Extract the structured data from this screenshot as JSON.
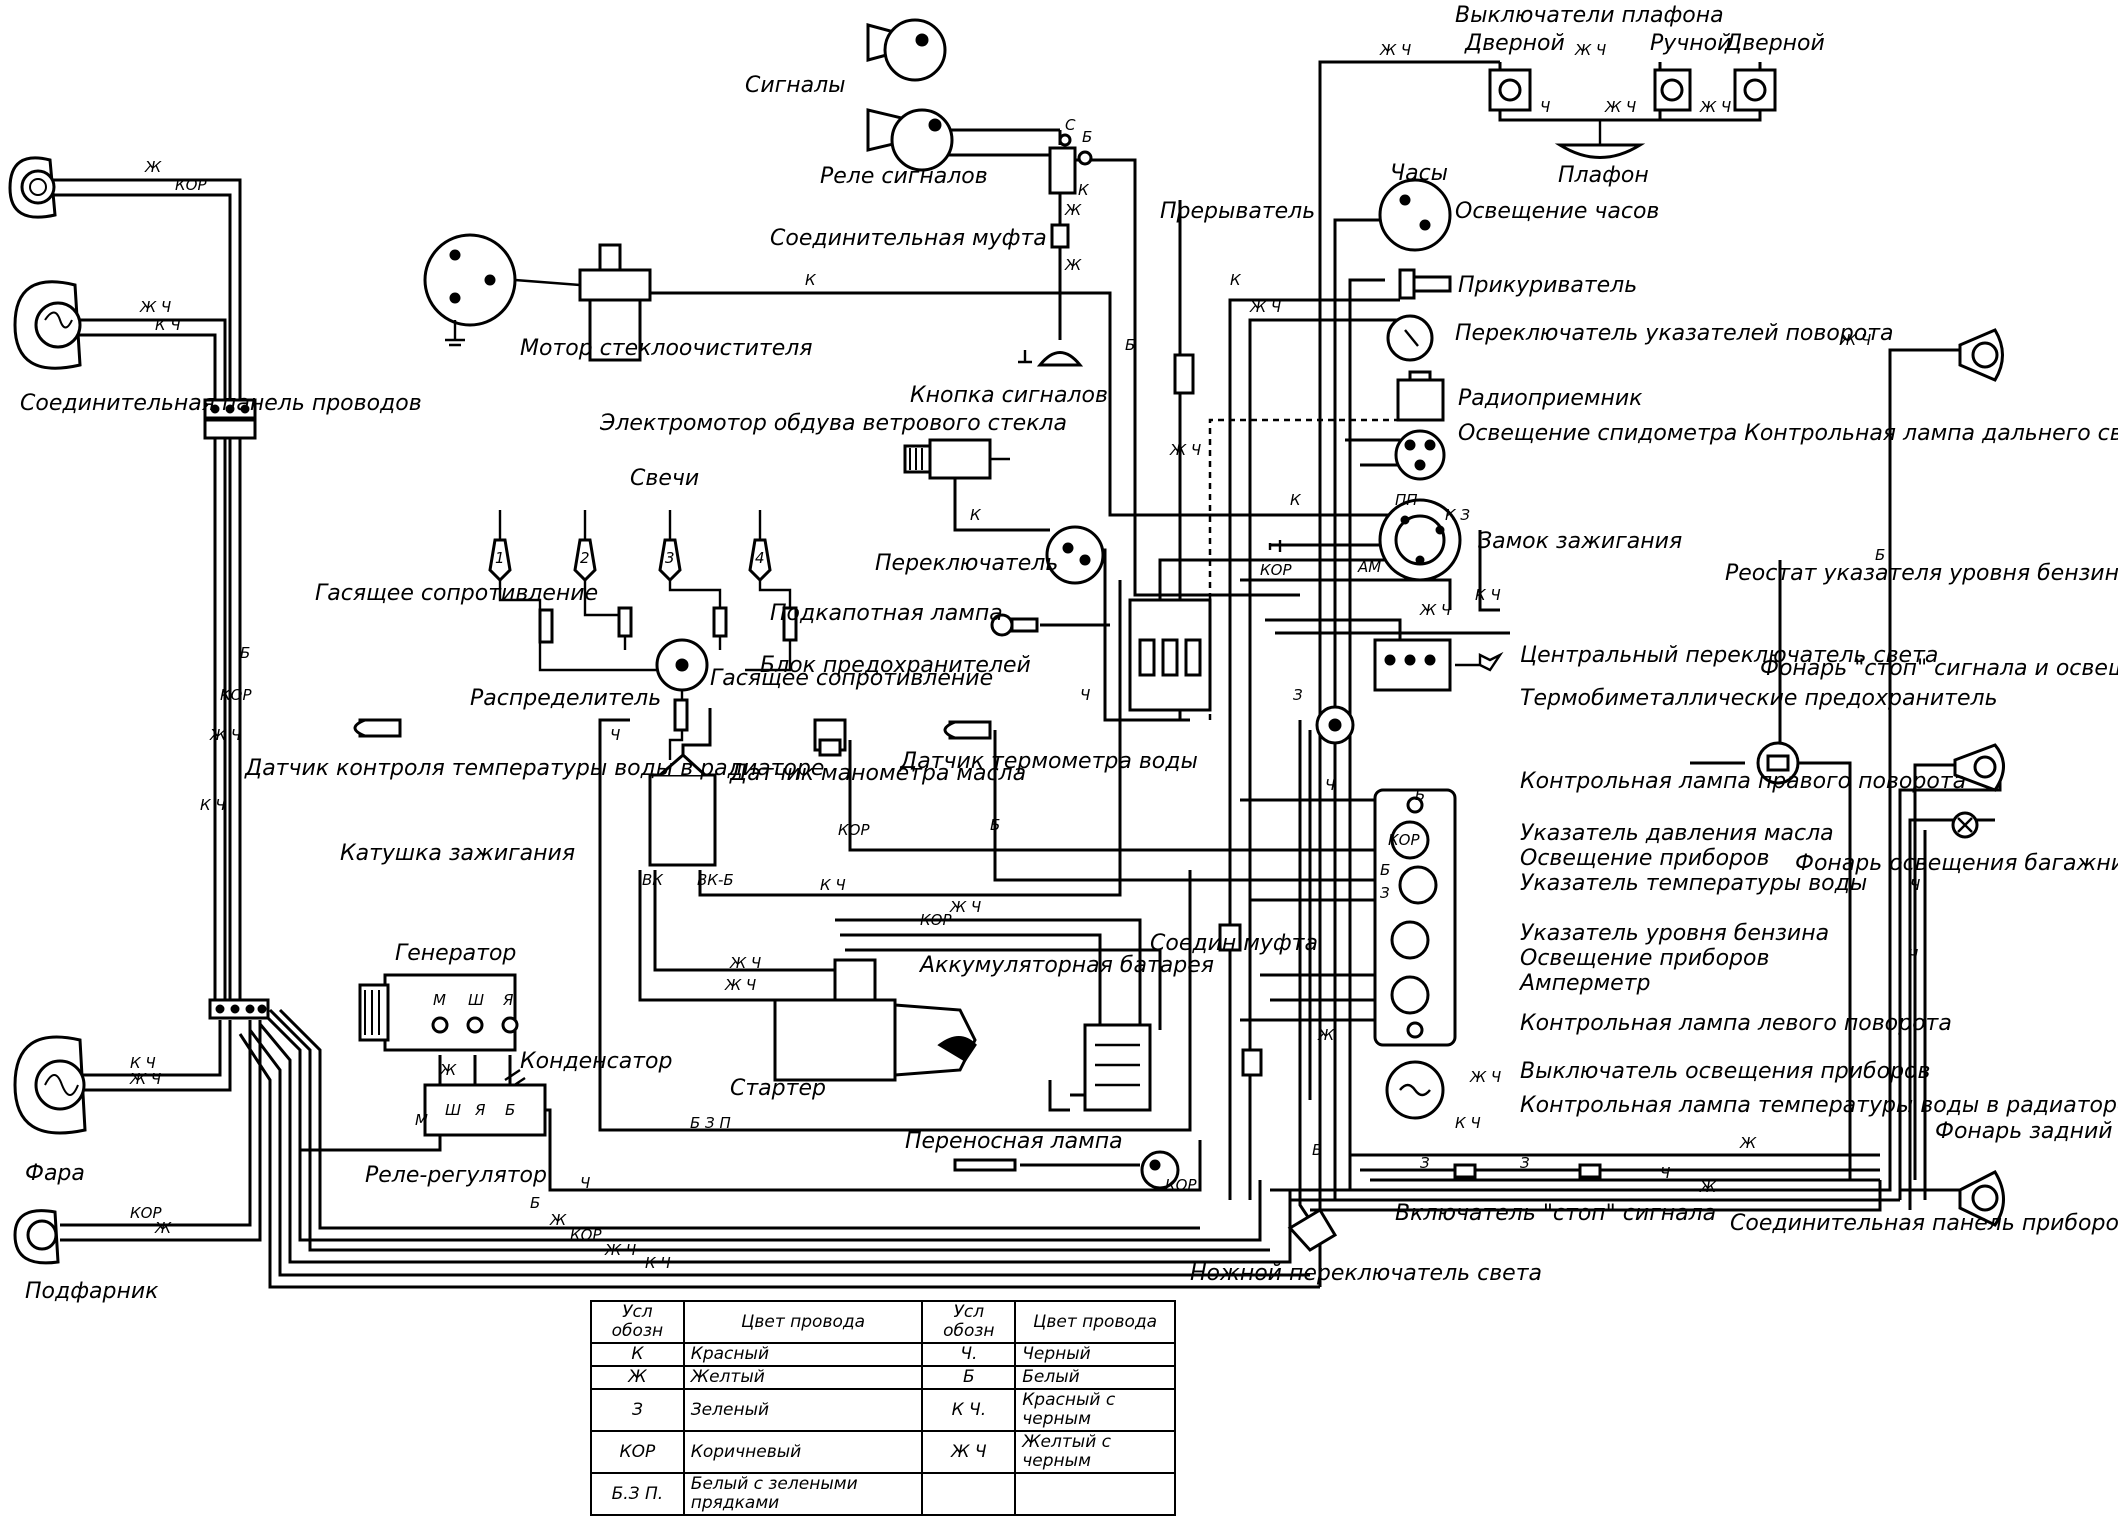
{
  "labels": {
    "signals": "Сигналы",
    "signal_relay": "Реле сигналов",
    "coupling": "Соединительная муфта",
    "wiper_motor": "Мотор стеклоочистителя",
    "horn_button": "Кнопка сигналов",
    "breaker": "Прерыватель",
    "ceiling_switches": "Выключатели плафона",
    "door_left": "Дверной",
    "manual": "Ручной",
    "door_right": "Дверной",
    "ceiling_lamp": "Плафон",
    "clock": "Часы",
    "clock_light": "Освещение часов",
    "lighter": "Прикуриватель",
    "turn_switch": "Переключатель указателей поворота",
    "radio": "Радиоприемник",
    "speedo_block": "Освещение спидометра Контрольная лампа дальнего света фар Освещение спидометра",
    "ignition_lock": "Замок зажигания",
    "blower_motor": "Электромотор обдува ветрового стекла",
    "switch": "Переключатель",
    "hood_lamp": "Подкапотная лампа",
    "fuse_block": "Блок предохранителей",
    "spark_plugs": "Свечи",
    "ballast_1": "Гасящее сопротивление",
    "distributor": "Распределитель",
    "ballast_2": "Гасящее сопротивление",
    "water_temp_sensor_rad": "Датчик контроля температуры воды в радиаторе",
    "oil_sensor": "Датчик манометра масла",
    "water_temp_sensor": "Датчик термометра воды",
    "coil": "Катушка зажигания",
    "generator": "Генератор",
    "capacitor": "Конденсатор",
    "regulator": "Реле-регулятор",
    "starter": "Стартер",
    "battery": "Аккумуляторная батарея",
    "coupling_2": "Соедин муфта",
    "portable_lamp": "Переносная лампа",
    "central_light_switch": "Центральный переключатель света",
    "thermo_fuse": "Термобиметаллические предохранитель",
    "fuel_rheostat": "Реостат указателя уровня бензина",
    "right_turn_lamp": "Контрольная лампа правого поворота",
    "oil_gauge": "Указатель давления масла",
    "instr_light_1": "Освещение приборов",
    "water_gauge": "Указатель температуры воды",
    "fuel_gauge": "Указатель уровня бензина",
    "instr_light_2": "Освещение приборов",
    "ammeter": "Амперметр",
    "left_turn_lamp": "Контрольная лампа левого поворота",
    "instr_switch": "Выключатель освещения приборов",
    "water_temp_lamp": "Контрольная лампа температуры воды в радиаторе",
    "stop_switch": "Включатель \"стоп\" сигнала",
    "foot_switch": "Ножной переключатель света",
    "instr_panel": "Соединительная панель приборов",
    "wire_panel": "Соединительная панель проводов",
    "headlamp": "Фара",
    "sidelamp": "Подфарник",
    "stop_lamp": "Фонарь \"стоп\" сигнала и освещение номерного знака",
    "trunk_lamp": "Фонарь освещения багажника",
    "rear_lamp": "Фонарь задний"
  },
  "terminals": {
    "gen_m": "М",
    "gen_sh": "Ш",
    "gen_ya": "Я",
    "reg_m": "М",
    "reg_sh": "Ш",
    "reg_ya": "Я",
    "reg_b": "Б",
    "coil_vk": "ВК",
    "coil_vkb": "ВК-Б",
    "lock_pp": "ПП",
    "lock_am": "АМ",
    "lock_kz": "К З",
    "relay_s": "С",
    "relay_b": "Б",
    "relay_k": "К",
    "plug_1": "1",
    "plug_2": "2",
    "plug_3": "3",
    "plug_4": "4"
  },
  "wire_codes": {
    "k": "К",
    "zh": "Ж",
    "z": "З",
    "kor": "КОР",
    "bzp": "Б З П",
    "ch": "Ч",
    "b": "Б",
    "kch": "К Ч",
    "zhch": "Ж Ч"
  },
  "legend": {
    "header": [
      "Усл обозн",
      "Цвет провода",
      "Усл обозн",
      "Цвет провода"
    ],
    "rows": [
      [
        "К",
        "Красный",
        "Ч.",
        "Черный"
      ],
      [
        "Ж",
        "Желтый",
        "Б",
        "Белый"
      ],
      [
        "З",
        "Зеленый",
        "К Ч.",
        "Красный с черным"
      ],
      [
        "КОР",
        "Коричневый",
        "Ж Ч",
        "Желтый с черным"
      ],
      [
        "Б.З П.",
        "Белый с зелеными прядками",
        "",
        ""
      ]
    ]
  }
}
